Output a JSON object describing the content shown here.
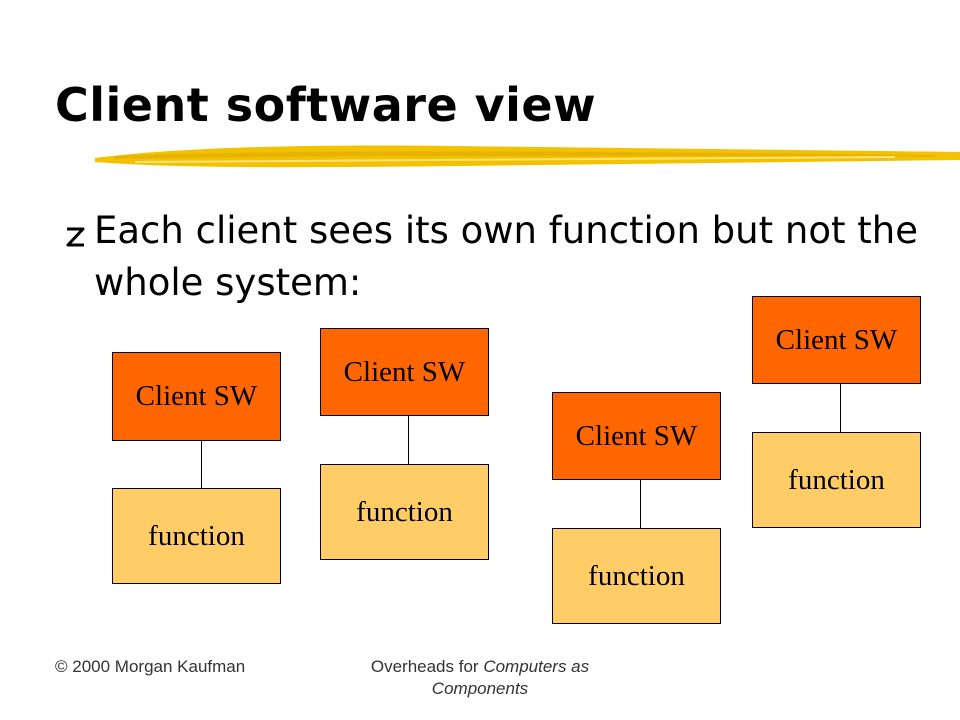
{
  "slide": {
    "title": "Client software view",
    "bullet": "Each client sees its own function but not the whole system:"
  },
  "diagram": {
    "groups": [
      {
        "client_label": "Client SW",
        "function_label": "function"
      },
      {
        "client_label": "Client SW",
        "function_label": "function"
      },
      {
        "client_label": "Client SW",
        "function_label": "function"
      },
      {
        "client_label": "Client SW",
        "function_label": "function"
      }
    ],
    "colors": {
      "client_fill": "#ff6600",
      "function_fill": "#ffcc66",
      "underline": "#f2c200"
    }
  },
  "footer": {
    "copyright": "© 2000 Morgan Kaufman",
    "overheads_prefix": "Overheads for ",
    "book_title": "Computers as Components"
  }
}
